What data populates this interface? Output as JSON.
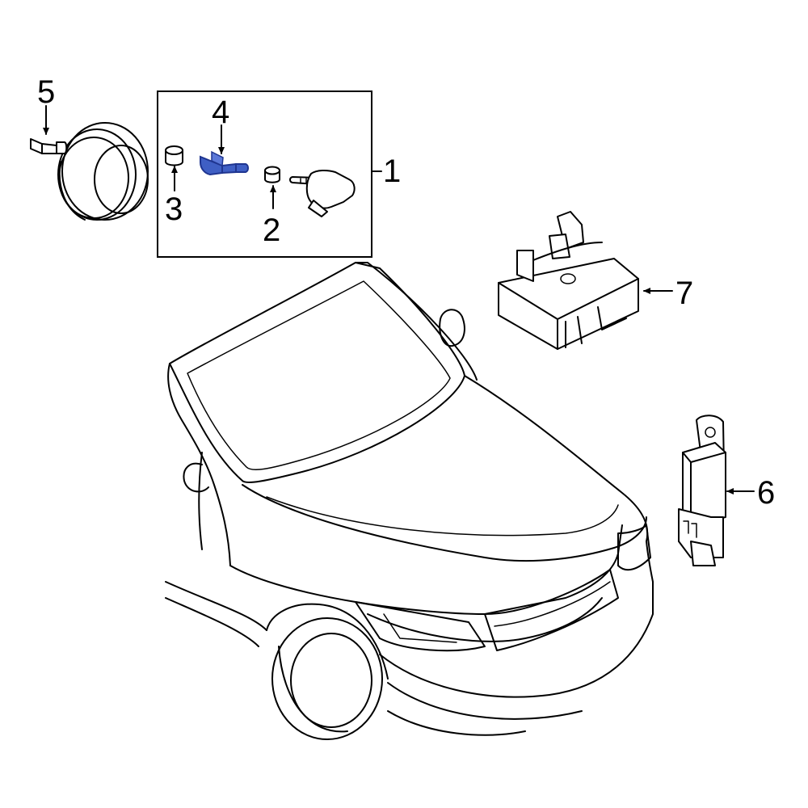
{
  "callouts": {
    "c1": "1",
    "c2": "2",
    "c3": "3",
    "c4": "4",
    "c5": "5",
    "c6": "6",
    "c7": "7"
  },
  "colors": {
    "highlight": "#3f5fc4",
    "highlight_dark": "#1f3590",
    "line": "#000000",
    "background": "#ffffff"
  },
  "highlighted_callout": "4"
}
